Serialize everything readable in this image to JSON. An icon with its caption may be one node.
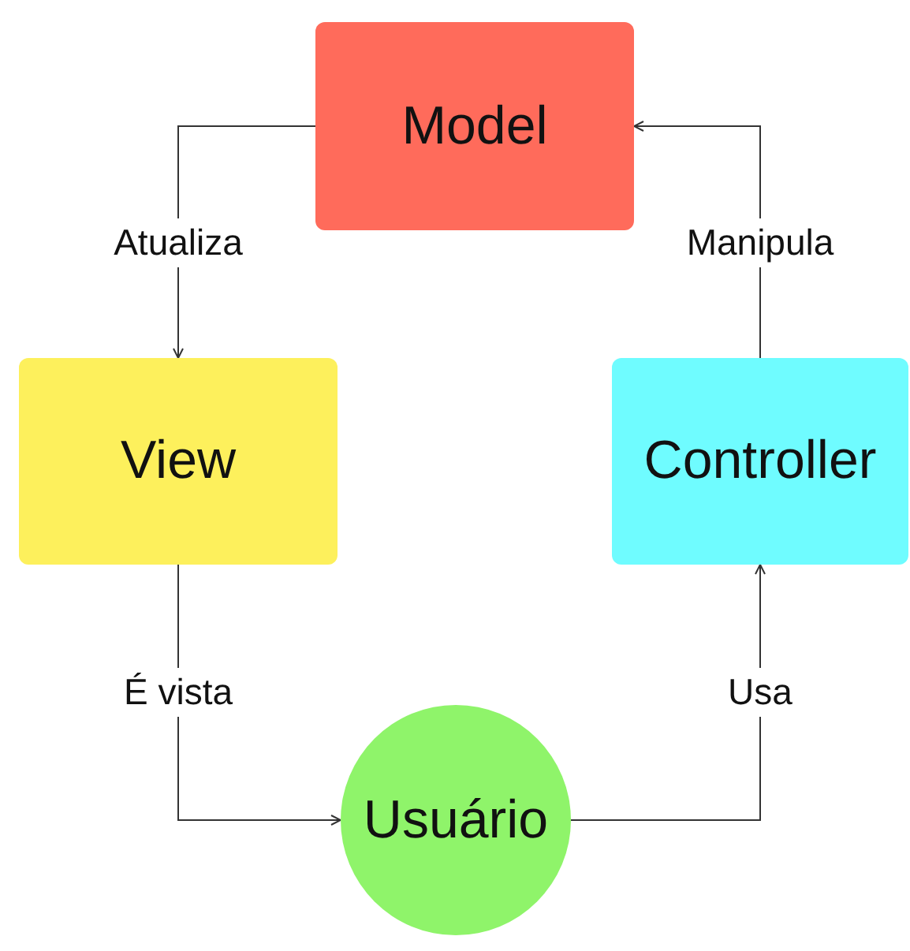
{
  "diagram": {
    "nodes": [
      {
        "text": [
          "Model"
        ]
      },
      {
        "text": [
          "View"
        ]
      },
      {
        "text": [
          "Controller"
        ]
      },
      {
        "text": [
          "Usuário"
        ]
      }
    ],
    "edges": [
      {
        "from": 0,
        "to": 1,
        "arrow": "to",
        "label": "Atualiza"
      },
      {
        "from": 2,
        "to": 0,
        "arrow": "to",
        "label": "Manipula"
      },
      {
        "from": 1,
        "to": 3,
        "arrow": "to",
        "label": "É vista"
      },
      {
        "from": 3,
        "to": 2,
        "arrow": "to",
        "label": "Usa"
      }
    ]
  }
}
